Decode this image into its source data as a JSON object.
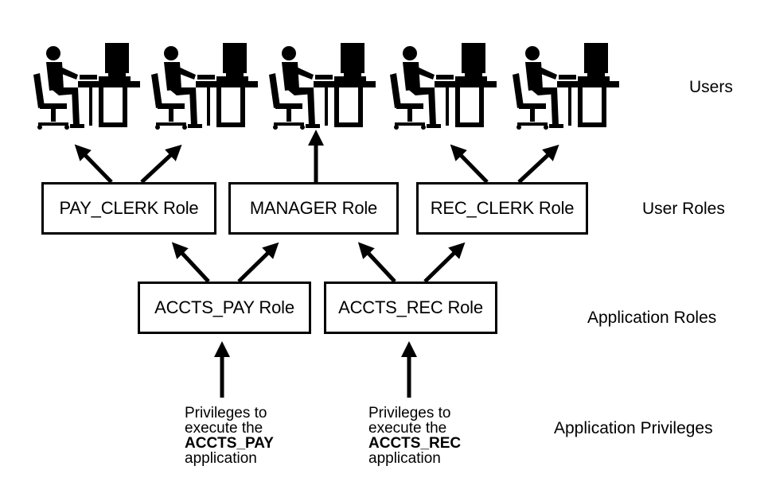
{
  "users": [
    {
      "id": "user-1"
    },
    {
      "id": "user-2"
    },
    {
      "id": "user-3"
    },
    {
      "id": "user-4"
    },
    {
      "id": "user-5"
    }
  ],
  "labels": {
    "users": "Users",
    "user_roles": "User Roles",
    "application_roles": "Application Roles",
    "application_privileges": "Application Privileges"
  },
  "user_roles": {
    "pay_clerk": "PAY_CLERK Role",
    "manager": "MANAGER Role",
    "rec_clerk": "REC_CLERK Role"
  },
  "application_roles": {
    "accts_pay": "ACCTS_PAY Role",
    "accts_rec": "ACCTS_REC Role"
  },
  "privileges": {
    "pay": {
      "line1": "Privileges to",
      "line2": "execute the",
      "line3": "ACCTS_PAY",
      "line4": "application"
    },
    "rec": {
      "line1": "Privileges to",
      "line2": "execute the",
      "line3": "ACCTS_REC",
      "line4": "application"
    }
  },
  "icons": {
    "user": "user-at-computer-icon",
    "arrow": "arrow-up-icon"
  },
  "colors": {
    "ink": "#000000",
    "background": "#ffffff"
  }
}
